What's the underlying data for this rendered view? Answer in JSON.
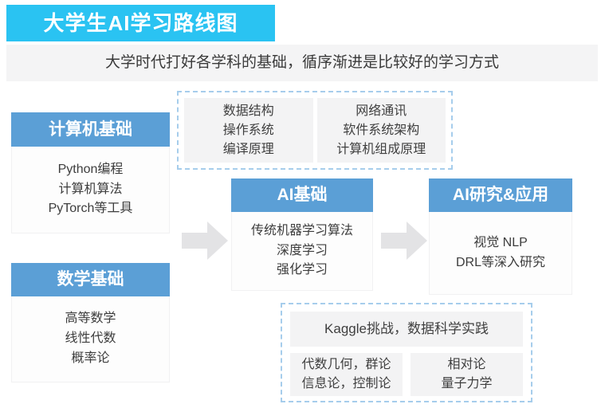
{
  "page": {
    "title": "大学生AI学习路线图",
    "subtitle": "大学时代打好各学科的基础，循序渐进是比较好的学习方式"
  },
  "colors": {
    "banner_cyan": "#2ac3f2",
    "header_blue": "#5b9fd6",
    "dashed_border_blue": "#a6cdec",
    "gray_box": "#f3f3f4",
    "subtitle_bar": "#f4f4f5",
    "arrow_gray": "#e3e3e5",
    "text": "#3d3d3d"
  },
  "nodes": {
    "computer_basics": {
      "title": "计算机基础",
      "lines": [
        "Python编程",
        "计算机算法",
        "PyTorch等工具"
      ]
    },
    "math_basics": {
      "title": "数学基础",
      "lines": [
        "高等数学",
        "线性代数",
        "概率论"
      ]
    },
    "cs_core_courses": {
      "lines": [
        "数据结构",
        "操作系统",
        "编译原理"
      ]
    },
    "cs_system_courses": {
      "lines": [
        "网络通讯",
        "软件系统架构",
        "计算机组成原理"
      ]
    },
    "ai_basics": {
      "title": "AI基础",
      "lines": [
        "传统机器学习算法",
        "深度学习",
        "强化学习"
      ]
    },
    "ai_research": {
      "title": "AI研究&应用",
      "lines": [
        "视觉  NLP",
        "DRL等深入研究"
      ]
    },
    "practice": {
      "lines": [
        "Kaggle挑战，数据科学实践"
      ]
    },
    "advanced_math": {
      "lines": [
        "代数几何，群论",
        "信息论，控制论"
      ]
    },
    "physics": {
      "lines": [
        "相对论",
        "量子力学"
      ]
    }
  }
}
